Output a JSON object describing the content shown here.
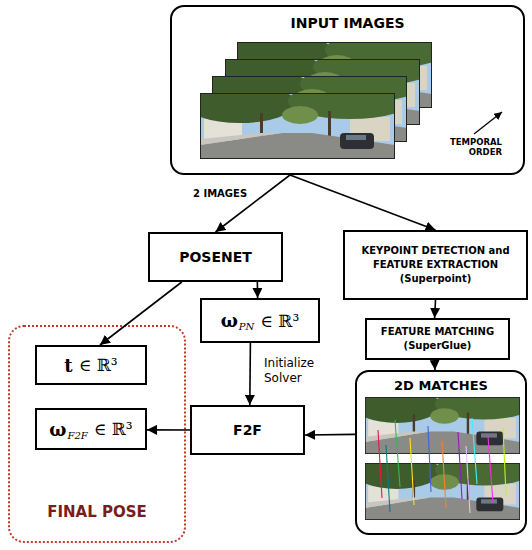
{
  "diagram": {
    "nodes": [
      {
        "text": [
          "INPUT IMAGES",
          "TEMPORAL ORDER"
        ]
      },
      {
        "text": [
          "POSENET"
        ]
      },
      {
        "text": [
          "KEYPOINT DETECTION and FEATURE EXTRACTION",
          "(Superpoint)"
        ]
      },
      {
        "text": [
          "ω",
          "PN",
          "∈ ℝ³"
        ]
      },
      {
        "text": [
          "FEATURE MATCHING",
          "(SuperGlue)"
        ]
      },
      {
        "text": [
          "FINAL POSE"
        ]
      },
      {
        "text": [
          "t",
          "∈ ℝ³"
        ],
        "in": 5
      },
      {
        "text": [
          "ω",
          "F2F",
          "∈ ℝ³"
        ],
        "in": 5
      },
      {
        "text": [
          "2D MATCHES"
        ]
      },
      {
        "text": [
          "F2F"
        ]
      }
    ],
    "edges": [
      {
        "from": 0,
        "to": 1,
        "arrow": "to"
      },
      {
        "from": 0,
        "to": 2,
        "arrow": "to"
      },
      {
        "from": 1,
        "to": 6,
        "arrow": "to"
      },
      {
        "from": 1,
        "to": 3,
        "arrow": "to"
      },
      {
        "from": 3,
        "to": 9,
        "label": "Initialize Solver",
        "arrow": "to"
      },
      {
        "from": 2,
        "to": 4,
        "arrow": "to"
      },
      {
        "from": 4,
        "to": 8,
        "arrow": "to"
      },
      {
        "from": 8,
        "to": 9,
        "arrow": "to"
      },
      {
        "from": 9,
        "to": 7,
        "arrow": "to"
      }
    ],
    "labels": [
      "2 IMAGES"
    ]
  }
}
